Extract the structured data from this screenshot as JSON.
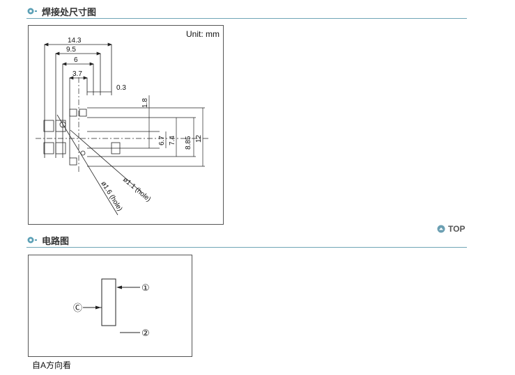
{
  "sections": {
    "solder": {
      "title": "焊接处尺寸图"
    },
    "circuit": {
      "title": "电路图"
    }
  },
  "solder_diagram": {
    "unit_label": "Unit: mm",
    "dims": {
      "d14_3": "14.3",
      "d9_5": "9.5",
      "d6": "6",
      "d3_7": "3.7",
      "d0_3": "0.3",
      "d1_8": "1.8",
      "d6_7": "6.7",
      "d7_4": "7.4",
      "d8_85": "8.85",
      "d12": "12"
    },
    "holes": {
      "small": "ø1.1 (hole)",
      "large": "ø1.6 (hole)"
    }
  },
  "circuit_diagram": {
    "terminal_1": "①",
    "terminal_2": "②",
    "terminal_c": "Ⓒ",
    "caption": "自A方向看"
  },
  "nav": {
    "top_label": "TOP"
  },
  "colors": {
    "rule": "#6fa5b6",
    "bullet": "#5a9fb5",
    "frame": "#555555"
  }
}
